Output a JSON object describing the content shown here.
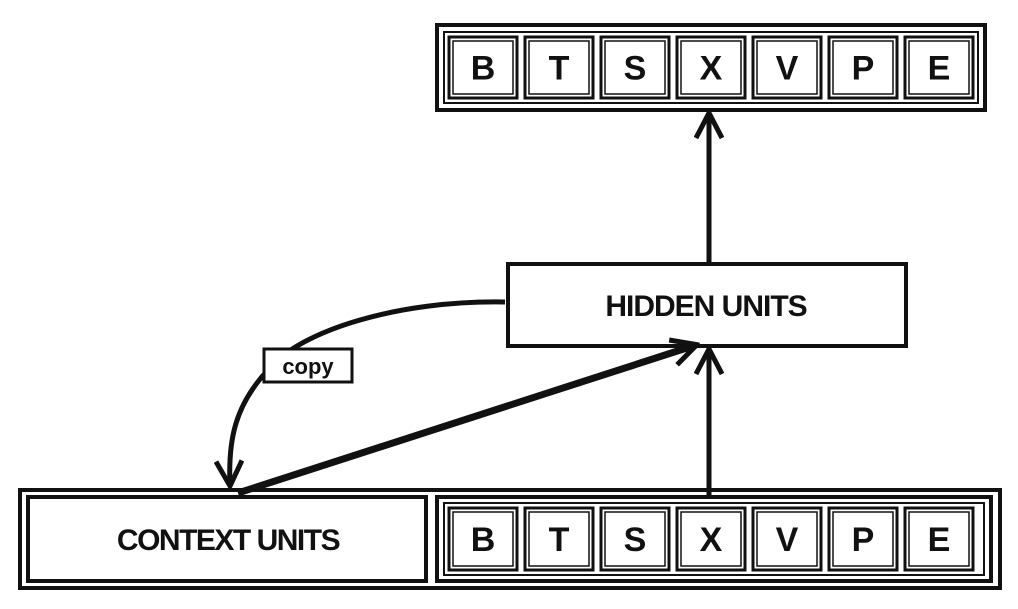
{
  "output_layer": {
    "units": [
      "B",
      "T",
      "S",
      "X",
      "V",
      "P",
      "E"
    ]
  },
  "hidden_layer": {
    "label": "HIDDEN UNITS"
  },
  "context_layer": {
    "label": "CONTEXT UNITS"
  },
  "input_layer": {
    "units": [
      "B",
      "T",
      "S",
      "X",
      "V",
      "P",
      "E"
    ]
  },
  "copy_link": {
    "label": "copy"
  },
  "colors": {
    "ink": "#111111",
    "paper": "#ffffff"
  }
}
